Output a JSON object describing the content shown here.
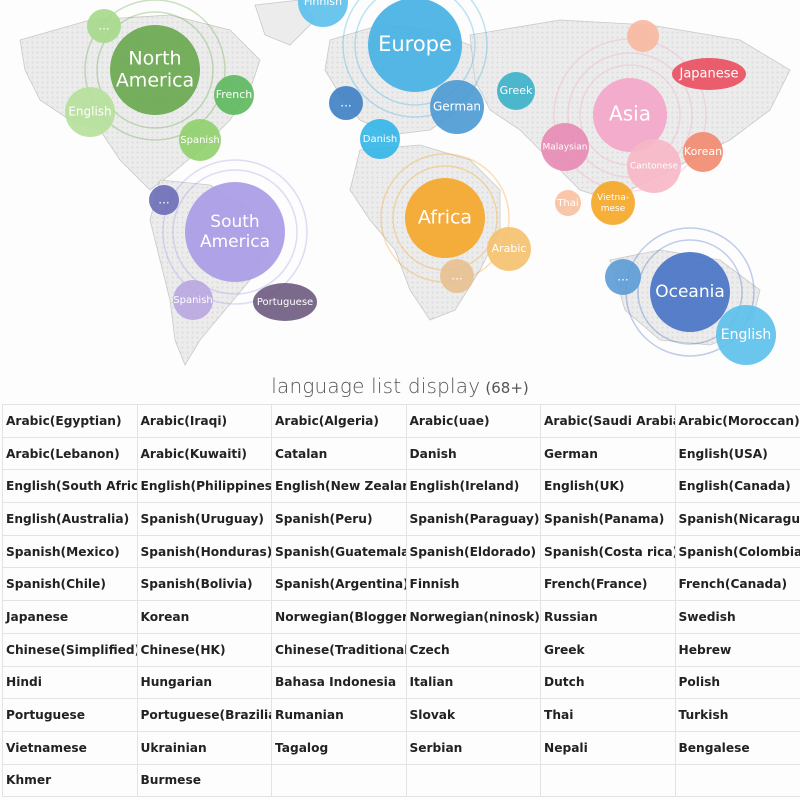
{
  "map": {
    "regions": [
      {
        "key": "north_america",
        "lines": [
          "North",
          "America"
        ],
        "color": "#6aa84f"
      },
      {
        "key": "europe",
        "lines": [
          "Europe"
        ],
        "color": "#46b1e3"
      },
      {
        "key": "asia",
        "lines": [
          "Asia"
        ],
        "color": "#f3a6c9"
      },
      {
        "key": "south_america",
        "lines": [
          "South",
          "America"
        ],
        "color": "#a99be6"
      },
      {
        "key": "africa",
        "lines": [
          "Africa"
        ],
        "color": "#f4a62a"
      },
      {
        "key": "oceania",
        "lines": [
          "Oceania"
        ],
        "color": "#4a74c4"
      }
    ],
    "bubbles": [
      {
        "key": "na-more",
        "text": "...",
        "color": "#a6d98a"
      },
      {
        "key": "na-english",
        "text": "English",
        "color": "#b6e09a"
      },
      {
        "key": "na-french",
        "text": "French",
        "color": "#5cb85c"
      },
      {
        "key": "na-spanish",
        "text": "Spanish",
        "color": "#8fd06a"
      },
      {
        "key": "eu-finnish",
        "text": "Finnish",
        "color": "#5bc0eb"
      },
      {
        "key": "eu-more",
        "text": "...",
        "color": "#3d7fc4"
      },
      {
        "key": "eu-german",
        "text": "German",
        "color": "#4a9ad4"
      },
      {
        "key": "eu-greek",
        "text": "Greek",
        "color": "#3bb0c9"
      },
      {
        "key": "eu-danish",
        "text": "Danish",
        "color": "#31b5e8"
      },
      {
        "key": "as-more",
        "text": "",
        "color": "#f8b8a0"
      },
      {
        "key": "as-japanese",
        "text": "Japanese",
        "color": "#ea4e5e"
      },
      {
        "key": "as-malaysian",
        "text": "Malaysian",
        "color": "#e88ab4"
      },
      {
        "key": "as-cantonese",
        "text": "Cantonese",
        "color": "#f7b7c5"
      },
      {
        "key": "as-korean",
        "text": "Korean",
        "color": "#f28a6e"
      },
      {
        "key": "as-thai",
        "text": "Thai",
        "color": "#f8c0a0"
      },
      {
        "key": "as-vietnamese",
        "text": "Vietna-mese",
        "color": "#f5a623"
      },
      {
        "key": "sa-more",
        "text": "...",
        "color": "#6c6cb8"
      },
      {
        "key": "sa-spanish",
        "text": "Spanish",
        "color": "#b8a6e0"
      },
      {
        "key": "sa-portuguese",
        "text": "Portuguese",
        "color": "#6d5a80"
      },
      {
        "key": "af-arabic",
        "text": "Arabic",
        "color": "#f5c16c"
      },
      {
        "key": "af-more",
        "text": "...",
        "color": "#e8c090"
      },
      {
        "key": "oc-more",
        "text": "...",
        "color": "#5b9bd5"
      },
      {
        "key": "oc-english",
        "text": "English",
        "color": "#5bc0eb"
      }
    ]
  },
  "heading": {
    "text": "language list display",
    "count": "(68+)"
  },
  "languages": [
    [
      "Arabic(Egyptian)",
      "Arabic(Iraqi)",
      "Arabic(Algeria)",
      "Arabic(uae)",
      "Arabic(Saudi Arabia)",
      "Arabic(Moroccan)"
    ],
    [
      "Arabic(Lebanon)",
      "Arabic(Kuwaiti)",
      "Catalan",
      "Danish",
      "German",
      "English(USA)"
    ],
    [
      "English(South Africa)",
      "English(Philippines)",
      "English(New Zealand)",
      "English(Ireland)",
      "English(UK)",
      "English(Canada)"
    ],
    [
      "English(Australia)",
      "Spanish(Uruguay)",
      "Spanish(Peru)",
      "Spanish(Paraguay)",
      "Spanish(Panama)",
      "Spanish(Nicaragua)"
    ],
    [
      "Spanish(Mexico)",
      "Spanish(Honduras)",
      "Spanish(Guatemala)",
      "Spanish(Eldorado)",
      "Spanish(Costa rica)",
      "Spanish(Colombian)"
    ],
    [
      "Spanish(Chile)",
      "Spanish(Bolivia)",
      "Spanish(Argentina)",
      "Finnish",
      "French(France)",
      "French(Canada)"
    ],
    [
      "Japanese",
      "Korean",
      "Norwegian(Blogger M",
      "Norwegian(ninosk)",
      "Russian",
      "Swedish"
    ],
    [
      "Chinese(Simplified)",
      "Chinese(HK)",
      "Chinese(Traditional)",
      "Czech",
      "Greek",
      "Hebrew"
    ],
    [
      "Hindi",
      "Hungarian",
      "Bahasa Indonesia",
      "Italian",
      "Dutch",
      "Polish"
    ],
    [
      "Portuguese",
      "Portuguese(Brazilian)",
      "Rumanian",
      "Slovak",
      "Thai",
      "Turkish"
    ],
    [
      "Vietnamese",
      "Ukrainian",
      "Tagalog",
      "Serbian",
      "Nepali",
      "Bengalese"
    ],
    [
      "Khmer",
      "Burmese",
      "",
      "",
      "",
      ""
    ]
  ]
}
